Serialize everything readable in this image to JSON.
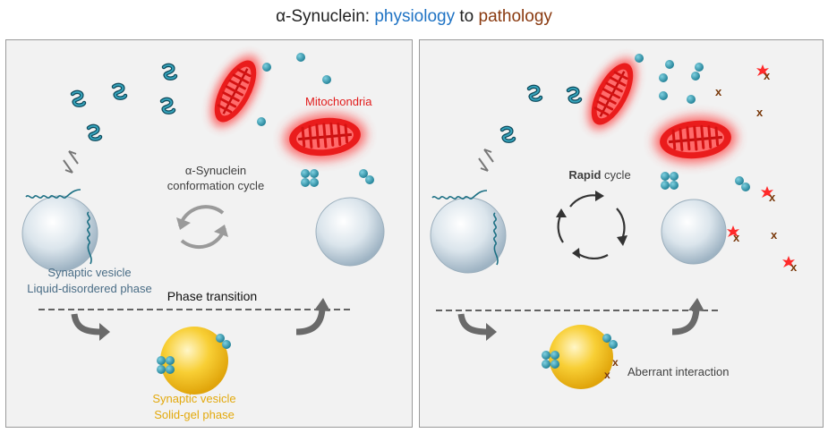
{
  "title": {
    "prefix": "α-Synuclein: ",
    "physiology": "physiology",
    "middle": " to ",
    "pathology": "pathology"
  },
  "left_panel": {
    "mitochondria_label": "Mitochondria",
    "cycle_label_line1": "α-Synuclein",
    "cycle_label_line2": "conformation cycle",
    "vesicle_label_line1": "Synaptic vesicle",
    "vesicle_label_line2": "Liquid-disordered phase",
    "phase_transition": "Phase transition",
    "gel_label_line1": "Synaptic vesicle",
    "gel_label_line2": "Solid-gel phase"
  },
  "right_panel": {
    "rapid_bold": "Rapid",
    "rapid_rest": " cycle",
    "aberrant_label": "Aberrant interaction"
  },
  "colors": {
    "physiology": "#1f73c4",
    "pathology": "#8a3a10",
    "mitochondria": "#e21b1b",
    "vesicle_label": "#4a6d86",
    "gel_label": "#e3a90c",
    "monomer": "#1c7f95",
    "aggregate_mark": "#7a3a0c"
  }
}
